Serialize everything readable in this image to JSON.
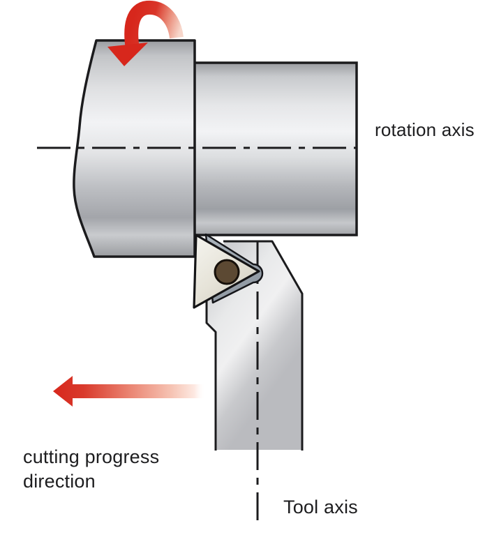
{
  "labels": {
    "rotation_axis": "rotation axis",
    "cutting_direction_line1": "cutting progress",
    "cutting_direction_line2": "direction",
    "tool_axis": "Tool axis"
  },
  "icons": {
    "rotation_arrow": "curved-red-arrow-clockwise-down",
    "feed_arrow": "red-arrow-pointing-left"
  },
  "colors": {
    "outline": "#1b1b1d",
    "text": "#1d1d1f",
    "arrow_red": "#d7271c",
    "arrow_fade_pink": "#f7d6ca",
    "metal_edge_dark": "#9a9ca0",
    "metal_highlight": "#f2f3f5",
    "holder_sheen": "#f0f0f1",
    "clamp_slate": "#98a1aa",
    "insert_light": "#f3f2ec",
    "insert_dark": "#cfccc0",
    "hole_brown": "#5c4933",
    "background": "#ffffff"
  }
}
